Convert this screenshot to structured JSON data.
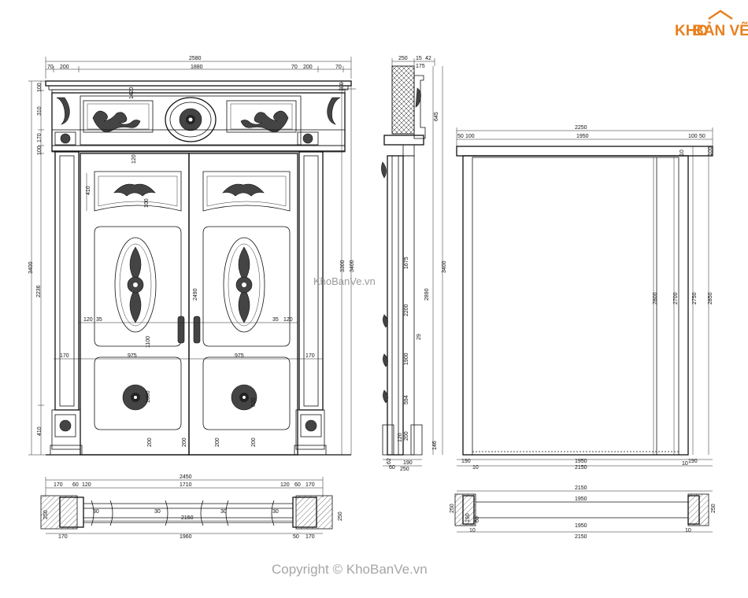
{
  "brand": {
    "logo_text_1": "KHO",
    "logo_text_2": "BẢN VẼ",
    "logo_color_1": "#E8801E",
    "logo_color_2": "#E8801E"
  },
  "watermark": "KhoBanVe.vn",
  "copyright": "Copyright © KhoBanVe.vn",
  "front_elevation": {
    "top_dims": [
      "2580",
      "70",
      "200",
      "1880",
      "70",
      "200",
      "70"
    ],
    "left_dims": [
      "100",
      "310",
      "170",
      "100",
      "3400",
      "2236",
      "410"
    ],
    "right_dims": [
      "3300",
      "3400",
      "100"
    ],
    "panel_dims": [
      "120",
      "1420",
      "100",
      "410",
      "2490",
      "1100",
      "1000",
      "120",
      "35",
      "35",
      "120",
      "170",
      "975",
      "975",
      "170",
      "200",
      "200",
      "200",
      "200",
      "620"
    ]
  },
  "side_section": {
    "top_dims": [
      "250",
      "15",
      "42",
      "175"
    ],
    "dims": [
      "645",
      "1675",
      "2200",
      "3400",
      "2890",
      "1900",
      "594",
      "200",
      "120",
      "146",
      "62",
      "190",
      "60",
      "250",
      "29"
    ]
  },
  "frame_elevation": {
    "top_dims": [
      "2250",
      "50",
      "100",
      "1950",
      "100",
      "50"
    ],
    "side_dims": [
      "100",
      "10",
      "2800",
      "2700",
      "2750",
      "2850"
    ],
    "bottom_dims": [
      "190",
      "1950",
      "10",
      "190",
      "2150",
      "10"
    ]
  },
  "plan_left": {
    "top_dims": [
      "2450",
      "170",
      "60",
      "120",
      "1710",
      "120",
      "60",
      "170"
    ],
    "inner_dims": [
      "30",
      "30",
      "30",
      "30"
    ],
    "bottom_dims": [
      "2150",
      "170",
      "1960",
      "50",
      "170",
      "250",
      "250"
    ]
  },
  "plan_right": {
    "dims": [
      "2150",
      "1950",
      "1950",
      "2150",
      "250",
      "190",
      "60",
      "10",
      "10",
      "250"
    ]
  }
}
